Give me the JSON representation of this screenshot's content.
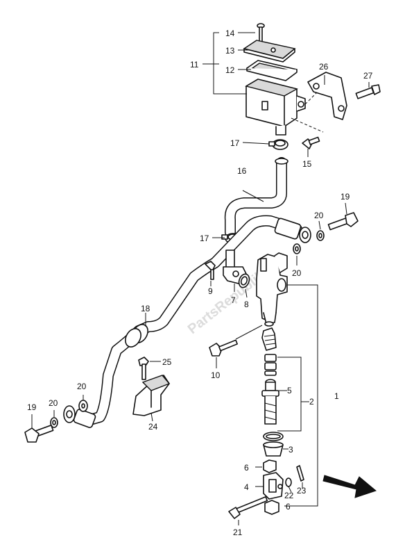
{
  "watermark": "PartsRepublik",
  "callouts": {
    "c1": "1",
    "c2": "2",
    "c3": "3",
    "c4": "4",
    "c5": "5",
    "c6a": "6",
    "c6b": "6",
    "c7": "7",
    "c8": "8",
    "c9": "9",
    "c10": "10",
    "c11": "11",
    "c12": "12",
    "c13": "13",
    "c14": "14",
    "c15": "15",
    "c16": "16",
    "c17a": "17",
    "c17b": "17",
    "c18": "18",
    "c19a": "19",
    "c19b": "19",
    "c20a": "20",
    "c20b": "20",
    "c20c": "20",
    "c20d": "20",
    "c21": "21",
    "c22": "22",
    "c23": "23",
    "c24": "24",
    "c25": "25",
    "c26": "26",
    "c27": "27"
  },
  "icons": {
    "front_arrow": "direction-arrow-icon"
  }
}
